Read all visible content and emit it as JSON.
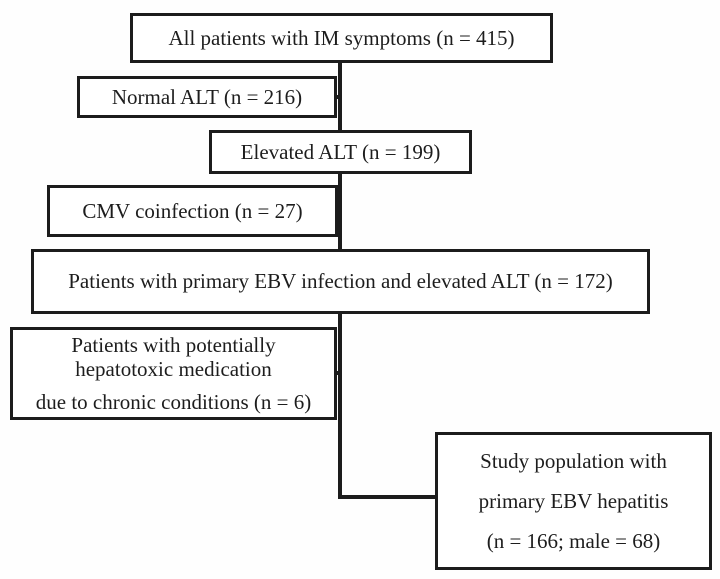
{
  "flowchart": {
    "boxes": [
      {
        "id": "all-patients",
        "lines": [
          "All patients with IM symptoms (n = 415)"
        ]
      },
      {
        "id": "normal-alt",
        "lines": [
          "Normal ALT (n = 216)"
        ]
      },
      {
        "id": "elevated-alt",
        "lines": [
          "Elevated ALT (n = 199)"
        ]
      },
      {
        "id": "cmv-coinfection",
        "lines": [
          "CMV coinfection (n = 27)"
        ]
      },
      {
        "id": "ebv-elevated-alt",
        "lines": [
          "Patients with primary EBV infection and elevated ALT (n = 172)"
        ]
      },
      {
        "id": "hepatotoxic-medication",
        "lines": [
          "Patients with potentially",
          "hepatotoxic medication",
          "due to chronic conditions (n = 6)"
        ]
      },
      {
        "id": "study-population",
        "lines": [
          "Study population with",
          "primary EBV hepatitis",
          "(n = 166; male = 68)"
        ]
      }
    ],
    "counts": {
      "im_symptoms": 415,
      "normal_alt": 216,
      "elevated_alt": 199,
      "cmv_coinfection": 27,
      "primary_ebv_elevated_alt": 172,
      "hepatotoxic_medication": 6,
      "study_population": 166,
      "study_population_male": 68
    },
    "colors": {
      "border": "#1c1c1c",
      "text": "#1d1d1d",
      "background": "#ffffff"
    }
  }
}
